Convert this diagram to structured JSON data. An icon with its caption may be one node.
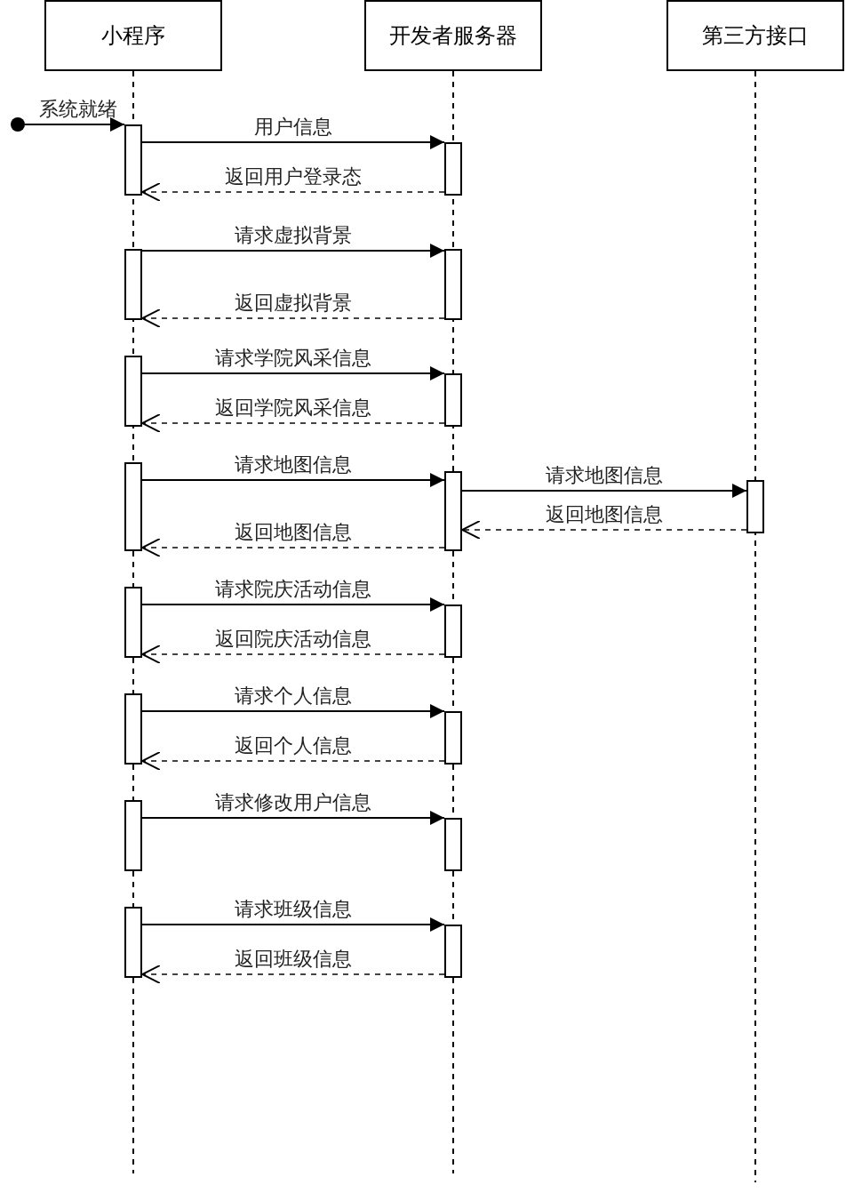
{
  "diagram": {
    "nodes": [
      {
        "text": [
          "小程序"
        ]
      },
      {
        "text": [
          "开发者服务器"
        ]
      },
      {
        "text": [
          "第三方接口"
        ]
      },
      {
        "text": [],
        "shape": "circle"
      },
      {
        "text": [],
        "shape": "bar"
      },
      {
        "text": [],
        "shape": "bar"
      },
      {
        "text": [],
        "shape": "bar"
      },
      {
        "text": [],
        "shape": "bar"
      },
      {
        "text": [],
        "shape": "bar"
      },
      {
        "text": [],
        "shape": "bar"
      },
      {
        "text": [],
        "shape": "bar"
      },
      {
        "text": [],
        "shape": "bar"
      },
      {
        "text": [],
        "shape": "bar"
      },
      {
        "text": [],
        "shape": "bar"
      },
      {
        "text": [],
        "shape": "bar"
      },
      {
        "text": [],
        "shape": "bar"
      },
      {
        "text": [],
        "shape": "bar"
      },
      {
        "text": [],
        "shape": "bar"
      },
      {
        "text": [],
        "shape": "bar"
      },
      {
        "text": [],
        "shape": "bar"
      },
      {
        "text": [],
        "shape": "bar"
      }
    ],
    "edges": [
      {
        "from": 3,
        "to": 4,
        "arrow": "to",
        "label": "系统就绪"
      },
      {
        "from": 4,
        "to": 5,
        "arrow": "to",
        "label": "用户信息"
      },
      {
        "from": 5,
        "to": 4,
        "arrow": "to",
        "label": "返回用户登录态",
        "style": "dashed"
      },
      {
        "from": 6,
        "to": 7,
        "arrow": "to",
        "label": "请求虚拟背景"
      },
      {
        "from": 7,
        "to": 6,
        "arrow": "to",
        "label": "返回虚拟背景",
        "style": "dashed"
      },
      {
        "from": 8,
        "to": 9,
        "arrow": "to",
        "label": "请求学院风采信息"
      },
      {
        "from": 9,
        "to": 8,
        "arrow": "to",
        "label": "返回学院风采信息",
        "style": "dashed"
      },
      {
        "from": 10,
        "to": 11,
        "arrow": "to",
        "label": "请求地图信息"
      },
      {
        "from": 11,
        "to": 12,
        "arrow": "to",
        "label": "请求地图信息"
      },
      {
        "from": 12,
        "to": 11,
        "arrow": "to",
        "label": "返回地图信息",
        "style": "dashed"
      },
      {
        "from": 11,
        "to": 10,
        "arrow": "to",
        "label": "返回地图信息",
        "style": "dashed"
      },
      {
        "from": 13,
        "to": 14,
        "arrow": "to",
        "label": "请求院庆活动信息"
      },
      {
        "from": 14,
        "to": 13,
        "arrow": "to",
        "label": "返回院庆活动信息",
        "style": "dashed"
      },
      {
        "from": 15,
        "to": 16,
        "arrow": "to",
        "label": "请求个人信息"
      },
      {
        "from": 16,
        "to": 15,
        "arrow": "to",
        "label": "返回个人信息",
        "style": "dashed"
      },
      {
        "from": 17,
        "to": 18,
        "arrow": "to",
        "label": "请求修改用户信息"
      },
      {
        "from": 19,
        "to": 20,
        "arrow": "to",
        "label": "请求班级信息"
      },
      {
        "from": 20,
        "to": 19,
        "arrow": "to",
        "label": "返回班级信息",
        "style": "dashed"
      }
    ]
  }
}
